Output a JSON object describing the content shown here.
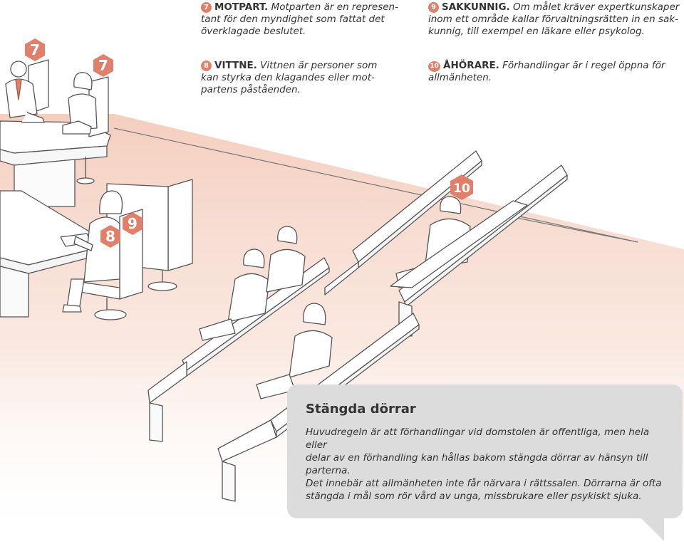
{
  "captions": {
    "motpart": {
      "number": "7",
      "keyword": "MOTPART.",
      "lines": [
        "Motparten är en represen-",
        "tant för den myndighet som fattat det",
        "överklagade beslutet."
      ]
    },
    "sakkunnig": {
      "number": "9",
      "keyword": "SAKKUNNIG.",
      "lines": [
        "Om målet kräver expertkunskaper",
        "inom ett område kallar förvaltningsrätten in en sak-",
        "kunnig, till exempel en läkare eller psykolog."
      ]
    },
    "vittne": {
      "number": "8",
      "keyword": "VITTNE.",
      "lines": [
        "Vittnen är personer som",
        "kan styrka den klagandes eller mot-",
        "partens påståenden."
      ]
    },
    "ahorare": {
      "number": "10",
      "keyword": "ÅHÖRARE.",
      "lines": [
        "Förhandlingar är i regel öppna för",
        "allmänheten."
      ]
    }
  },
  "markers": {
    "m7a": "7",
    "m7b": "7",
    "m8": "8",
    "m9": "9",
    "m10": "10"
  },
  "info": {
    "title": "Stängda dörrar",
    "lines": [
      "Huvudregeln är att förhandlingar vid domstolen är offentliga, men hela eller",
      "delar av en förhandling kan hållas bakom stängda dörrar av hänsyn till parterna.",
      "Det innebär att allmänheten inte får närvara i rättssalen. Dörrarna är ofta",
      "stängda i mål som rör vård av unga, missbrukare eller psykiskt sjuka."
    ]
  },
  "colors": {
    "accent": "#e0806a",
    "floor": "#f6d9cd",
    "box": "#dcdcdc",
    "stroke": "#555555"
  }
}
